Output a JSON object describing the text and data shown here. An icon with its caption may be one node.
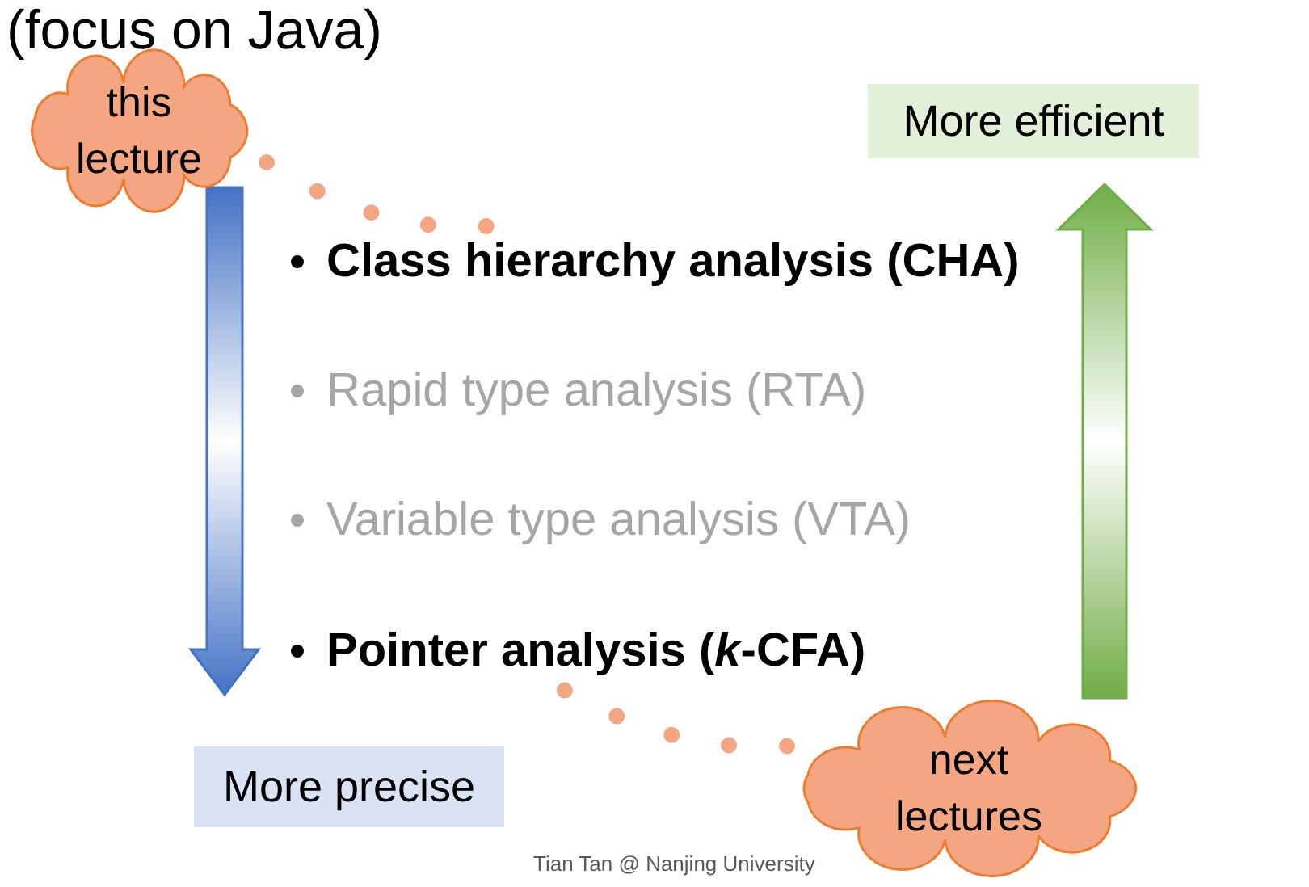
{
  "diagram": {
    "title": "(focus on Java)",
    "nodes": [
      {
        "text": [
          "this lecture"
        ]
      },
      {
        "text": [
          "Class hierarchy analysis (CHA)"
        ]
      },
      {
        "text": [
          "Rapid type analysis (RTA)"
        ]
      },
      {
        "text": [
          "Variable type analysis (VTA)"
        ]
      },
      {
        "text": [
          "Pointer analysis (*k*-CFA)"
        ]
      },
      {
        "text": [
          "next lectures"
        ]
      },
      {
        "text": [
          "More efficient"
        ]
      },
      {
        "text": [
          "More precise"
        ]
      }
    ],
    "edges": [
      {
        "from": 0,
        "to": 1,
        "arrow": "none"
      },
      {
        "from": 5,
        "to": 4,
        "arrow": "none"
      }
    ],
    "labels": [
      "Tian Tan @ Nanjing University"
    ]
  }
}
